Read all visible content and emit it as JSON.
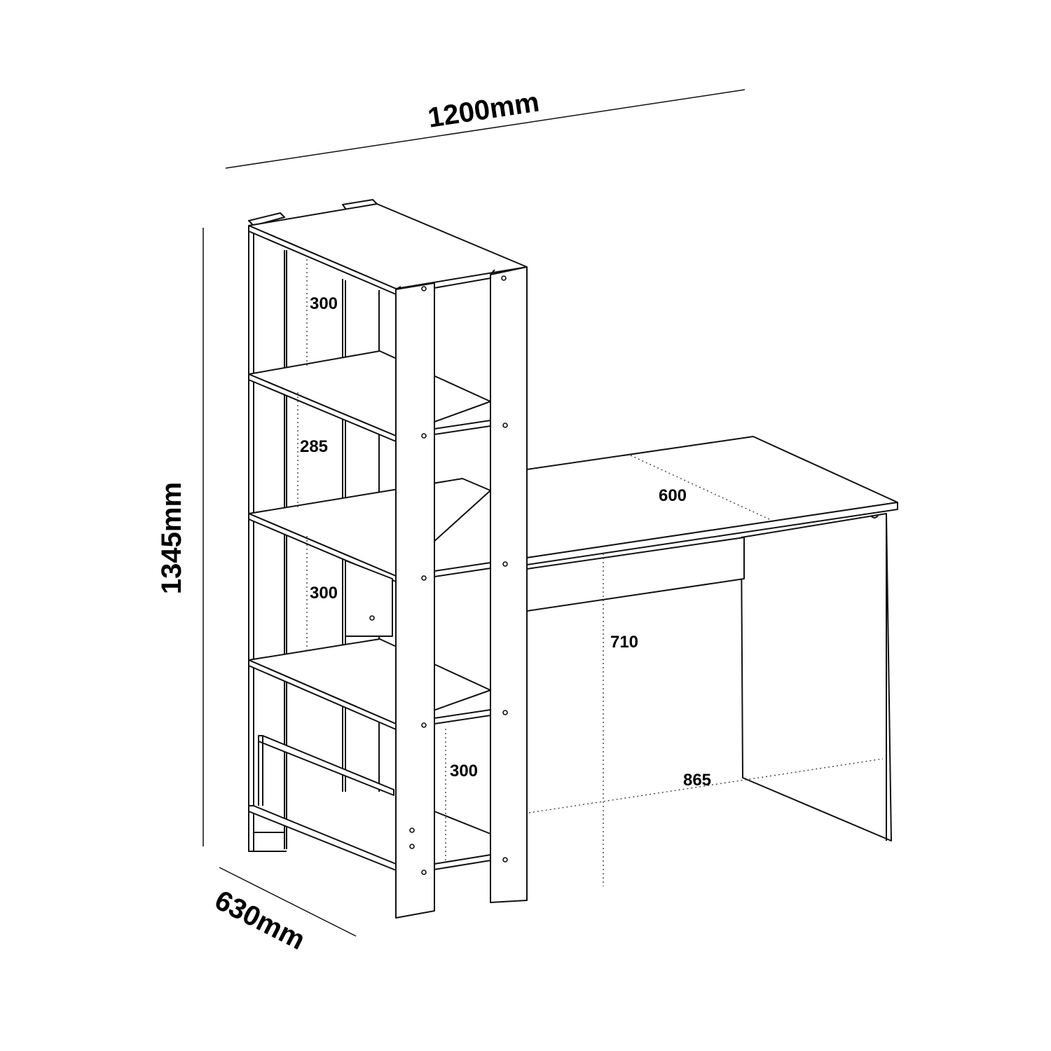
{
  "overall": {
    "width_label": "1200mm",
    "height_label": "1345mm",
    "depth_label": "630mm"
  },
  "shelves": {
    "gap_1": "300",
    "gap_2": "285",
    "gap_3": "300",
    "gap_4": "300"
  },
  "desk": {
    "depth": "600",
    "height": "710",
    "width": "865"
  },
  "colors": {
    "line": "#111111",
    "background": "#ffffff"
  }
}
